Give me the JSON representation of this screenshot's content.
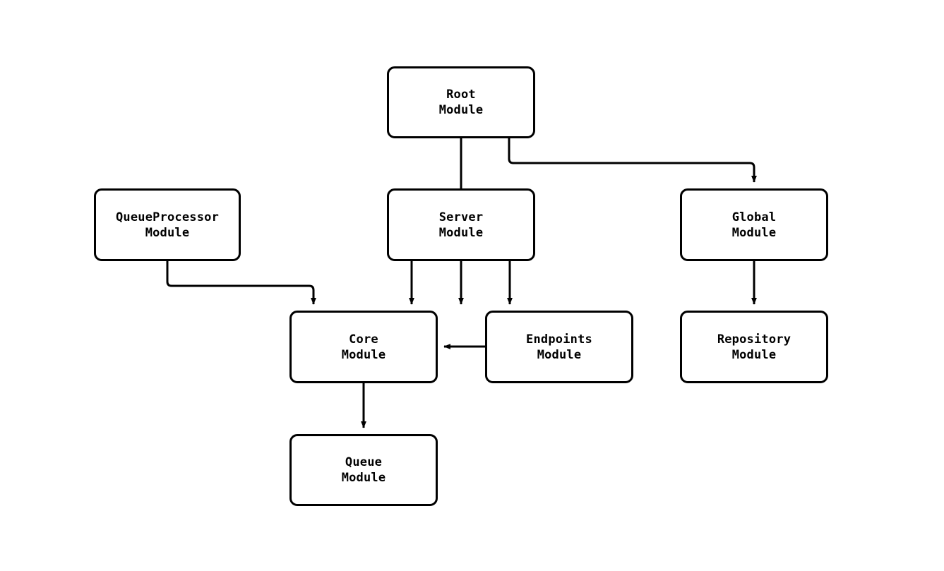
{
  "diagram": {
    "type": "module-dependency-graph",
    "background_color": "#ffffff",
    "stroke_color": "#000000",
    "nodes": [
      {
        "id": "root",
        "label": "Root\nModule"
      },
      {
        "id": "queueproc",
        "label": "QueueProcessor\nModule"
      },
      {
        "id": "server",
        "label": "Server\nModule"
      },
      {
        "id": "global",
        "label": "Global\nModule"
      },
      {
        "id": "core",
        "label": "Core\nModule"
      },
      {
        "id": "endpoints",
        "label": "Endpoints\nModule"
      },
      {
        "id": "repository",
        "label": "Repository\nModule"
      },
      {
        "id": "queue",
        "label": "Queue\nModule"
      }
    ],
    "edges": [
      {
        "from": "root",
        "to": "server",
        "style": "straight-down"
      },
      {
        "from": "root",
        "to": "global",
        "style": "elbow-right-down"
      },
      {
        "from": "queueproc",
        "to": "core",
        "style": "elbow-right-down"
      },
      {
        "from": "server",
        "to": "core",
        "style": "straight-down"
      },
      {
        "from": "server",
        "to": "endpoints",
        "style": "straight-down"
      },
      {
        "from": "endpoints",
        "to": "core",
        "style": "straight-left"
      },
      {
        "from": "core",
        "to": "queue",
        "style": "straight-down"
      },
      {
        "from": "global",
        "to": "repository",
        "style": "straight-down"
      }
    ]
  }
}
